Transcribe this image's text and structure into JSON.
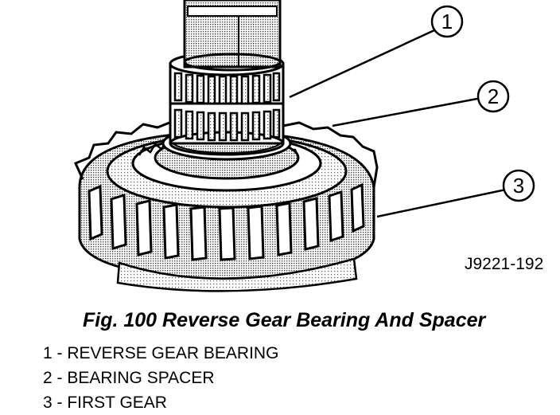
{
  "figure": {
    "id_code": "J9221-192",
    "caption": "Fig. 100 Reverse Gear Bearing And Spacer",
    "callouts": [
      {
        "number": "1",
        "label": "1 - REVERSE GEAR BEARING"
      },
      {
        "number": "2",
        "label": "2 - BEARING SPACER"
      },
      {
        "number": "3",
        "label": "3 - FIRST GEAR"
      }
    ]
  },
  "colors": {
    "ink": "#000000",
    "shade": "#b8b8b8",
    "background": "#ffffff"
  }
}
